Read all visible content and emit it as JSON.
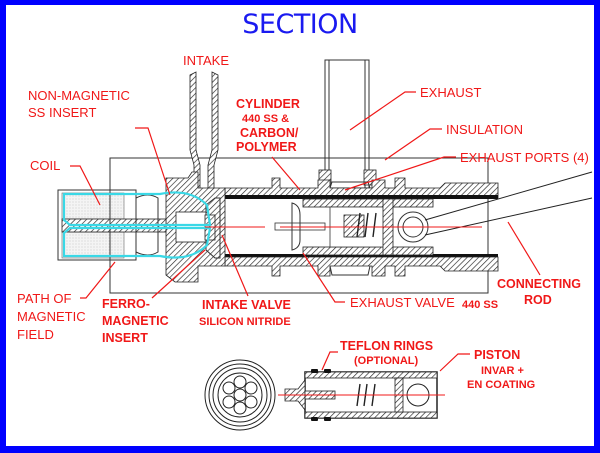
{
  "title": "SECTION",
  "labels": {
    "intake": "INTAKE",
    "non_magnetic_1": "NON-MAGNETIC",
    "non_magnetic_2": "SS INSERT",
    "cylinder_1": "CYLINDER",
    "cylinder_2": "440 SS &",
    "cylinder_3": "CARBON/",
    "cylinder_4": "POLYMER",
    "exhaust": "EXHAUST",
    "insulation": "INSULATION",
    "exhaust_ports": "EXHAUST PORTS (4)",
    "coil": "COIL",
    "path_1": "PATH OF",
    "path_2": "MAGNETIC",
    "path_3": "FIELD",
    "ferro_1": "FERRO-",
    "ferro_2": "MAGNETIC",
    "ferro_3": "INSERT",
    "intake_valve_1": "INTAKE VALVE",
    "intake_valve_2": "SILICON NITRIDE",
    "exhaust_valve": "EXHAUST VALVE",
    "exhaust_valve_mat": "440 SS",
    "connecting_1": "CONNECTING",
    "connecting_2": "ROD",
    "teflon_1": "TEFLON RINGS",
    "teflon_2": "(OPTIONAL)",
    "piston_1": "PISTON",
    "piston_2": "INVAR +",
    "piston_3": "EN COATING"
  },
  "colors": {
    "frame": "#0000ff",
    "title": "#1a1af0",
    "label": "#f01818",
    "magnetic_path": "#3ad8e6"
  }
}
